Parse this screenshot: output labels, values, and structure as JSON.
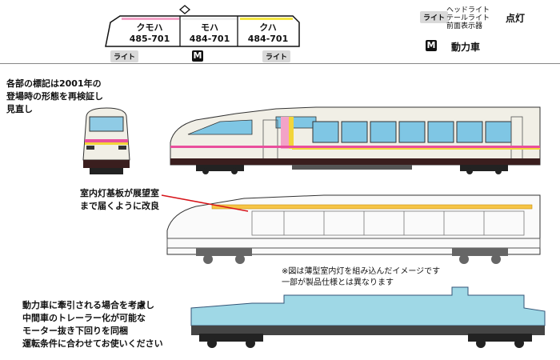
{
  "formation": {
    "cars": [
      {
        "type": "クモハ",
        "number": "485-701",
        "color": "#f3a3c7"
      },
      {
        "type": "モハ",
        "number": "484-701",
        "color": "#ffffff"
      },
      {
        "type": "クハ",
        "number": "484-701",
        "color": "#f4e642"
      }
    ],
    "light_left": "ライト",
    "light_right": "ライト",
    "motor_mark": "M"
  },
  "legend": {
    "light_tag": "ライト",
    "light_items": [
      "ヘッドライト",
      "テールライト",
      "前面表示器"
    ],
    "light_state": "点灯",
    "motor_tag": "M",
    "motor_label": "動力車"
  },
  "notes": {
    "marking_lines": [
      "各部の標記は2001年の",
      "登場時の形態を再検証し",
      "見直し"
    ],
    "board_lines": [
      "室内灯基板が展望室",
      "まで届くように改良"
    ],
    "image_note_lines": [
      "※図は薄型室内灯を組み込んだイメージです",
      "一部が製品仕様とは異なります"
    ],
    "motor_lines": [
      "動力車に牽引される場合を考慮し",
      "中間車のトレーラー化が可能な",
      "モーター抜き下回りを同梱",
      "運転条件に合わせてお使いください"
    ]
  },
  "colors": {
    "body_white": "#f1efe6",
    "window_blue": "#7fc6e4",
    "stripe_pink": "#e94f9d",
    "stripe_yellow": "#f2d53a",
    "underbody": "#3a1e1e",
    "chassis_cyan": "#9fd8e6",
    "light_bar": "#f6c445",
    "leader_red": "#d7141a"
  }
}
